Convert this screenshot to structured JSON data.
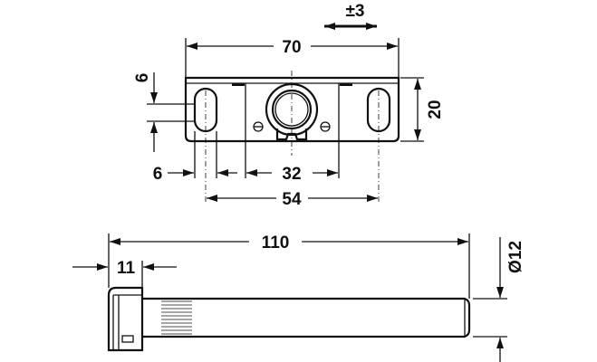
{
  "dimensions": {
    "adjust": "±3",
    "plate_width": "70",
    "plate_height": "20",
    "slot_offset": "6",
    "slot_width": "6",
    "center_gap": "32",
    "slot_spacing": "54",
    "pin_length": "110",
    "cap_length": "11",
    "pin_diameter": "Ø12"
  }
}
